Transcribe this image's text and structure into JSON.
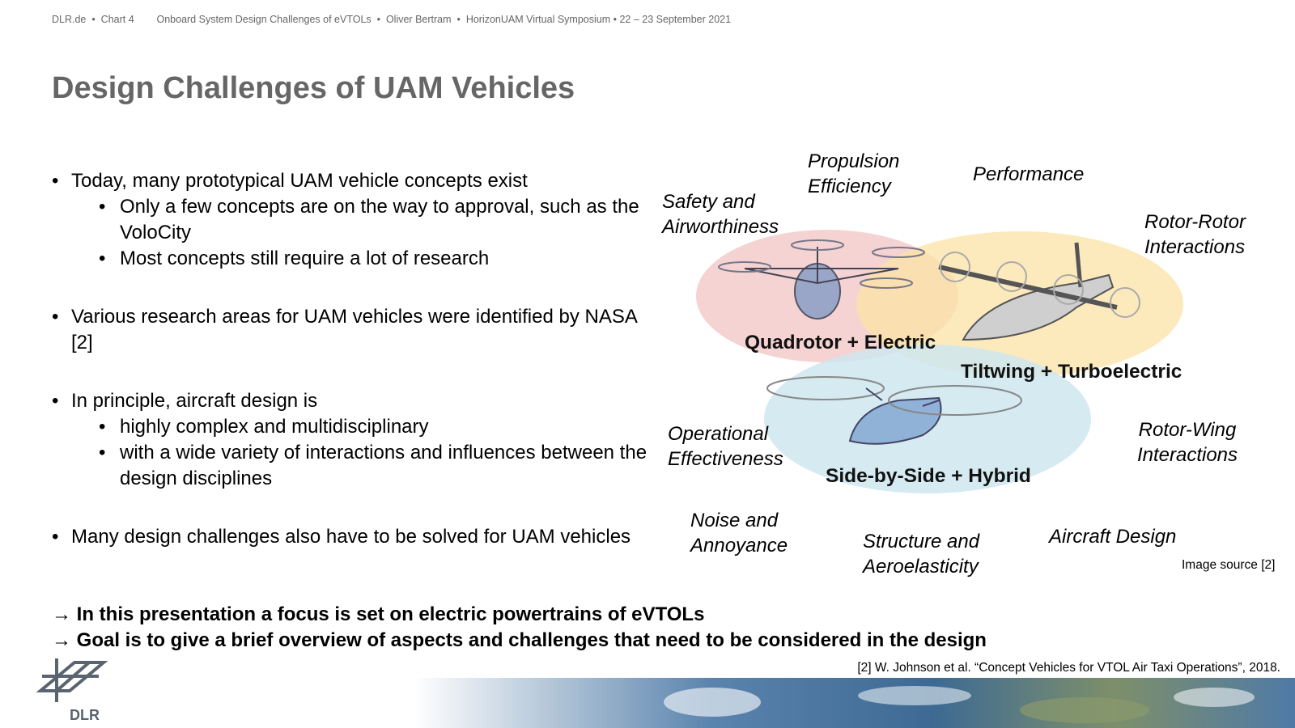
{
  "header": {
    "site": "DLR.de",
    "chart": "Chart 4",
    "talk": "Onboard System Design Challenges of eVTOLs",
    "author": "Oliver Bertram",
    "event": "HorizonUAM Virtual Symposium",
    "date": "22 – 23 September 2021"
  },
  "title": "Design Challenges of UAM Vehicles",
  "bullets": {
    "b1": "Today, many prototypical UAM vehicle concepts exist",
    "b1_sub1": "Only a few concepts are on the way to approval, such as the VoloCity",
    "b1_sub2": "Most concepts still require a lot of research",
    "b2": "Various research areas for UAM vehicles were identified by NASA [2]",
    "b3": "In principle, aircraft design is",
    "b3_sub1": "highly complex and multidisciplinary",
    "b3_sub2": "with a wide variety of interactions and influences between the design disciplines",
    "b4": "Many design challenges also have to be solved for UAM vehicles"
  },
  "conclusions": {
    "c1": "→ In this presentation a focus is set on electric powertrains of eVTOLs",
    "c2": "→ Goal is to give a brief overview of aspects and challenges that need to be considered in the design"
  },
  "diagram": {
    "topics": {
      "safety": "Safety and Airworthiness",
      "propulsion": "Propulsion Efficiency",
      "performance": "Performance",
      "rotor_rotor": "Rotor-Rotor Interactions",
      "operational": "Operational Effectiveness",
      "rotor_wing": "Rotor-Wing Interactions",
      "noise": "Noise and Annoyance",
      "structure": "Structure and Aeroelasticity",
      "aircraft_design": "Aircraft Design"
    },
    "vehicles": {
      "quad": "Quadrotor + Electric",
      "tilt": "Tiltwing + Turboelectric",
      "side": "Side-by-Side + Hybrid"
    },
    "colors": {
      "quad": "#f2c4c4",
      "tilt": "#fbe3a6",
      "side": "#cfe6ee"
    }
  },
  "image_source": "Image source [2]",
  "reference": "[2] W. Johnson et al. “Concept Vehicles for VTOL Air Taxi Operations”, 2018.",
  "logo": {
    "text": "DLR"
  }
}
